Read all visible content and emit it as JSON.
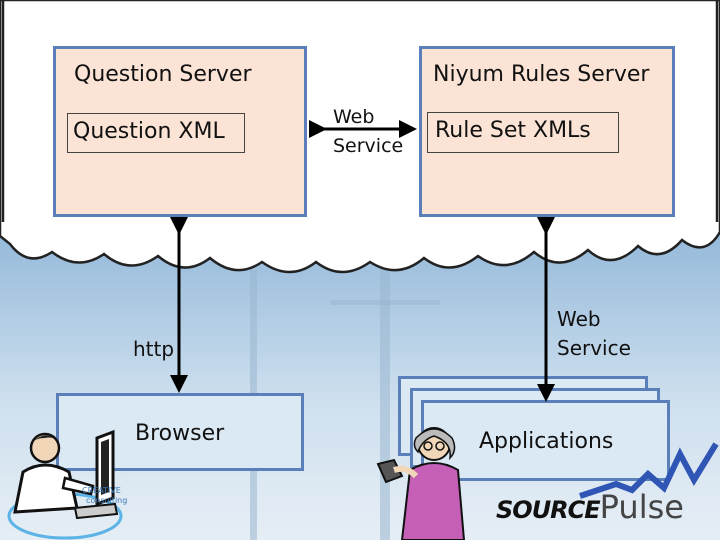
{
  "nodes": {
    "question_server": {
      "title": "Question Server",
      "item": "Question XML"
    },
    "rules_server": {
      "title": "Niyum Rules Server",
      "item": "Rule Set XMLs"
    },
    "browser": {
      "label": "Browser"
    },
    "applications": {
      "label": "Applications"
    }
  },
  "edges": {
    "servers_link": {
      "line1": "Web",
      "line2": "Service"
    },
    "browser_link": {
      "label": "http"
    },
    "apps_link": {
      "line1": "Web",
      "line2": "Service"
    }
  },
  "logos": {
    "sourcepulse": {
      "part1": "SOURCE",
      "part2": "Pulse"
    },
    "consulting": {
      "part1": "CREATIVE",
      "part2": "consulting"
    }
  },
  "colors": {
    "server_fill": "#fbe4d5",
    "client_fill": "#dbe9f4",
    "box_border": "#5b7fb8",
    "arrow": "#000000"
  }
}
